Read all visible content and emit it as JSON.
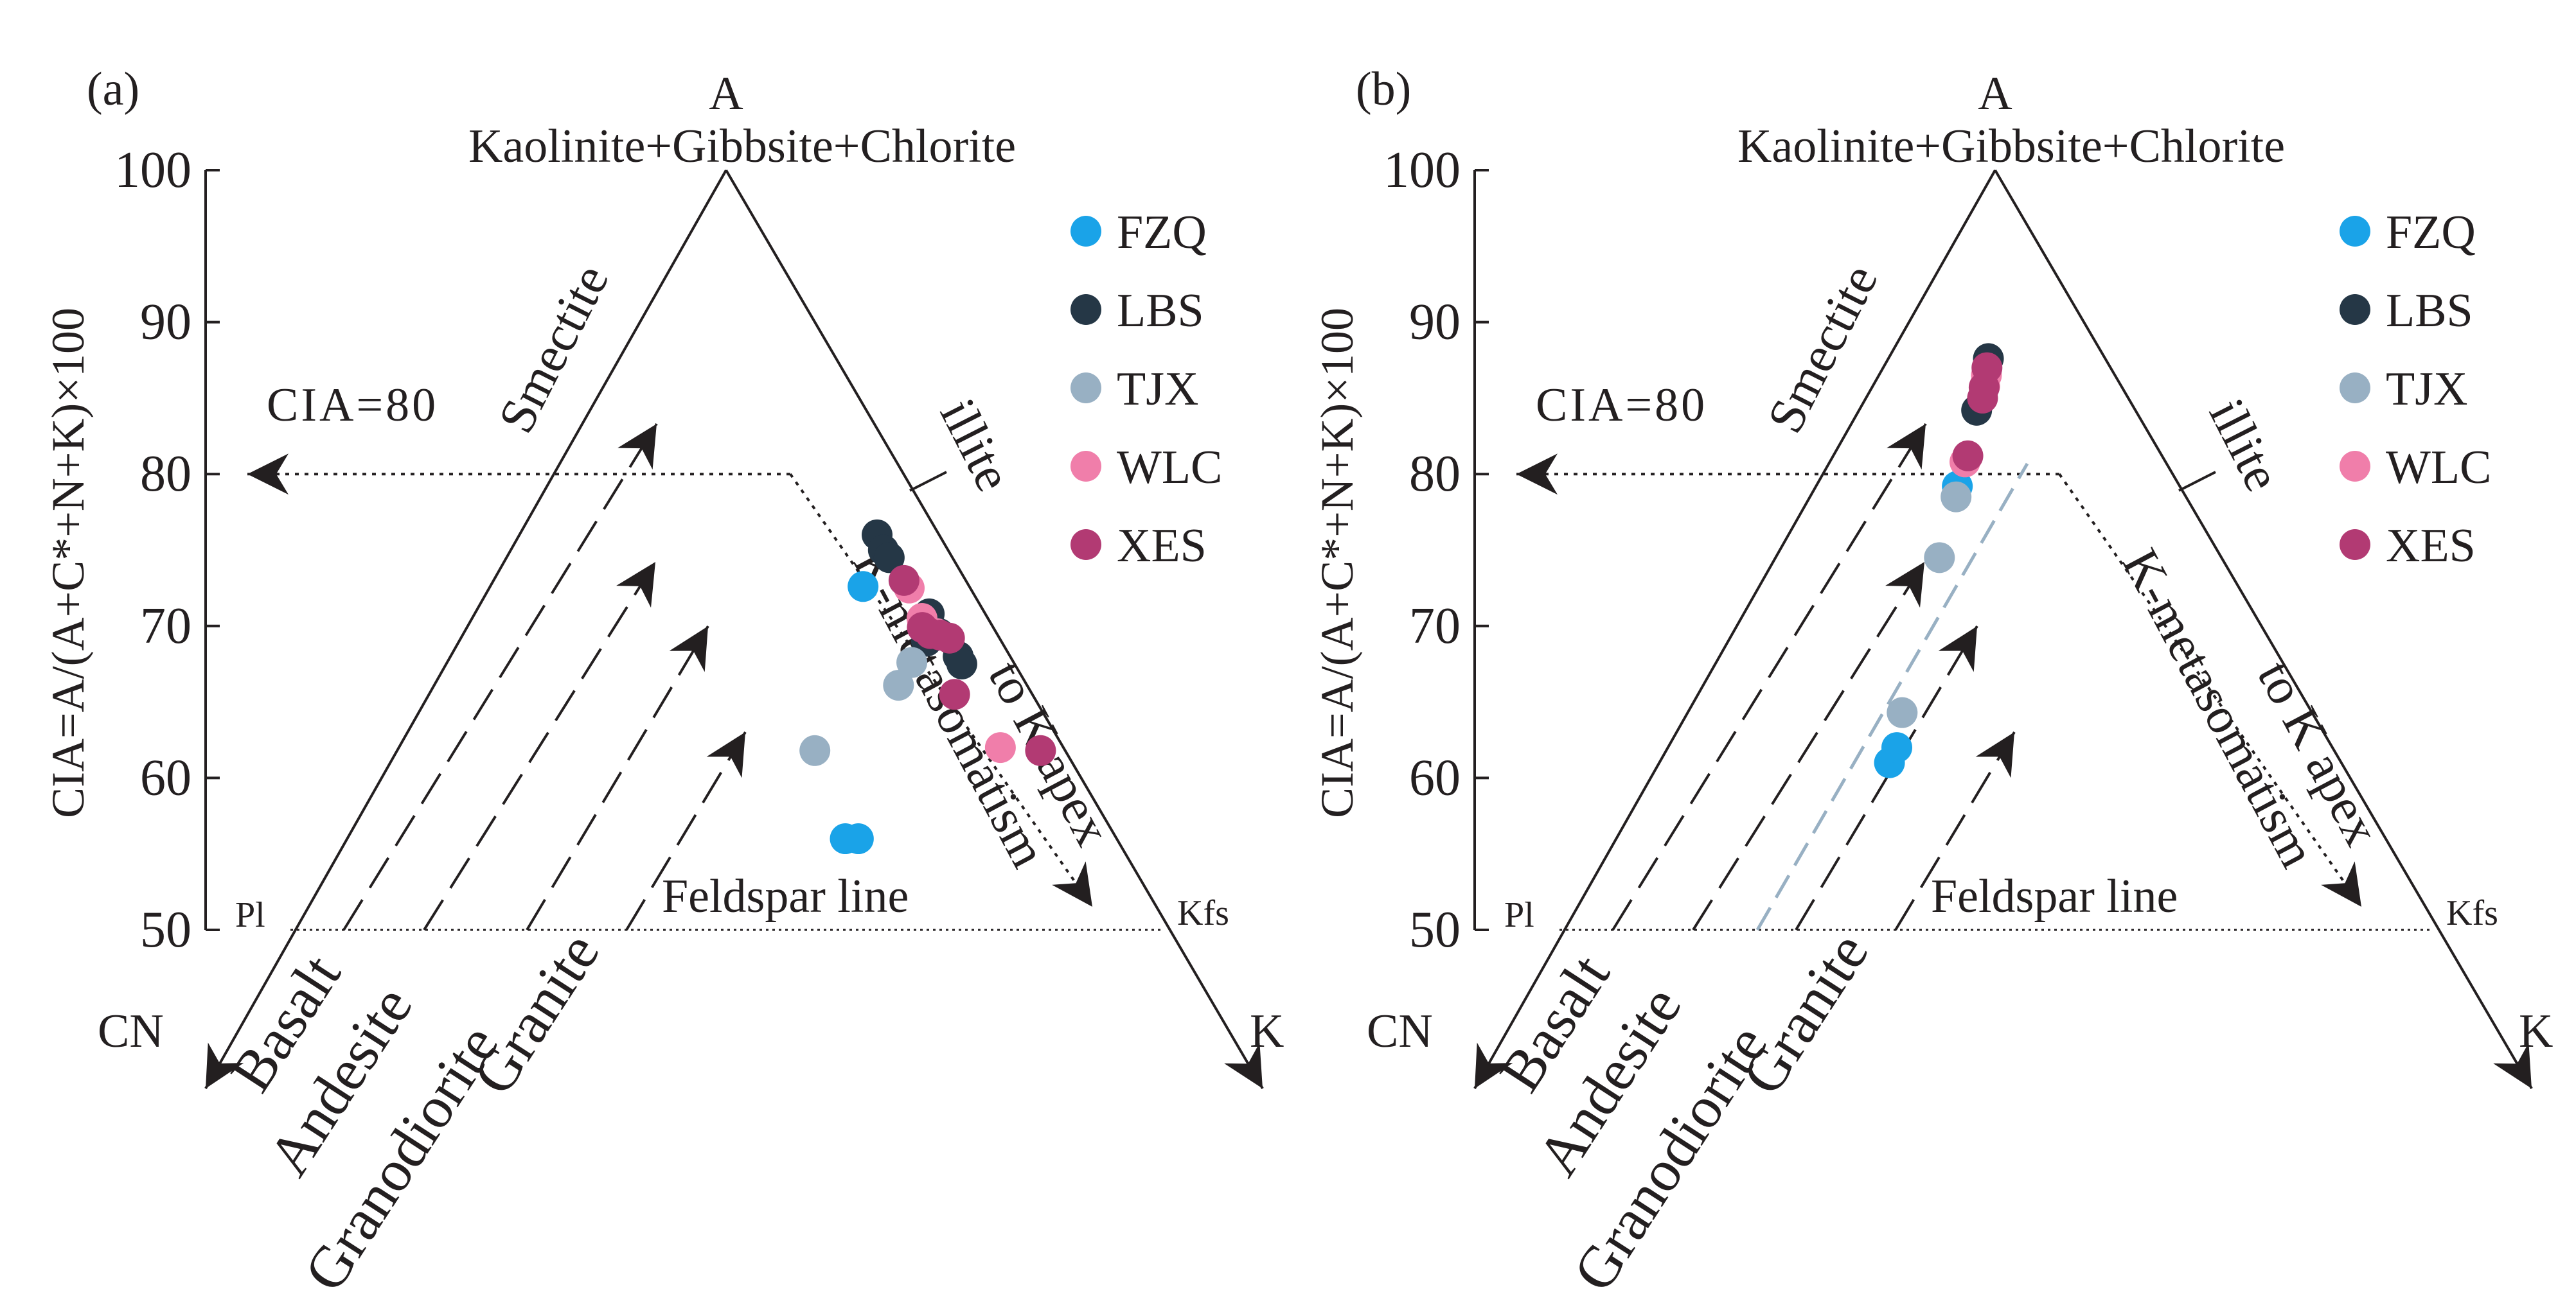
{
  "chart_data": [
    {
      "type": "scatter",
      "panel_label": "(a)",
      "apex_top": "A",
      "apex_top_mineral": "Kaolinite+Gibbsite+Chlorite",
      "apex_left": "CN",
      "apex_right": "K",
      "ylabel": "CIA=A/(A+C*+N+K)×100",
      "yticks": [
        "100",
        "90",
        "80",
        "70",
        "60",
        "50"
      ],
      "ylim": [
        50,
        100
      ],
      "labels": {
        "smectite": "Smectite",
        "illite": "illite",
        "cia80": "CIA=80",
        "feldspar_line": "Feldspar line",
        "pl": "Pl",
        "kfs": "Kfs",
        "k_metasomatism": "K-metasomatism",
        "to_k_apex": "to K apex",
        "basalt": "Basalt",
        "andesite": "Andesite",
        "granodiorite": "Granodiorite",
        "granite": "Granite"
      },
      "series": [
        {
          "name": "FZQ",
          "color": "#1aa3e8",
          "points": [
            [
              65.5,
              56
            ],
            [
              67.2,
              56
            ],
            [
              78.6,
              72.6
            ]
          ]
        },
        {
          "name": "LBS",
          "color": "#253746",
          "points": [
            [
              86.0,
              76
            ],
            [
              86.0,
              75
            ],
            [
              86.6,
              74.5
            ],
            [
              87.0,
              69
            ],
            [
              89.8,
              70.8
            ],
            [
              91.5,
              68
            ],
            [
              91.5,
              67.5
            ],
            [
              90.0,
              69.5
            ]
          ]
        },
        {
          "name": "TJX",
          "color": "#98b0c3",
          "points": [
            [
              63.3,
              61.8
            ],
            [
              79.1,
              66.1
            ],
            [
              82.8,
              67.6
            ]
          ]
        },
        {
          "name": "WLC",
          "color": "#f07eaa",
          "points": [
            [
              88.1,
              72.5
            ],
            [
              88.0,
              70.5
            ],
            [
              89.5,
              69.5
            ],
            [
              91.3,
              62
            ]
          ]
        },
        {
          "name": "XES",
          "color": "#b23a73",
          "points": [
            [
              87.7,
              73
            ],
            [
              87.3,
              69.9
            ],
            [
              88.3,
              69.5
            ],
            [
              90.0,
              69.4
            ],
            [
              91.5,
              69.2
            ],
            [
              87.9,
              65.5
            ],
            [
              97.1,
              61.8
            ]
          ]
        }
      ]
    },
    {
      "type": "scatter",
      "panel_label": "(b)",
      "apex_top": "A",
      "apex_top_mineral": "Kaolinite+Gibbsite+Chlorite",
      "apex_left": "CN",
      "apex_right": "K",
      "ylabel": "CIA=A/(A+C*+N+K)×100",
      "yticks": [
        "100",
        "90",
        "80",
        "70",
        "60",
        "50"
      ],
      "ylim": [
        50,
        100
      ],
      "labels": {
        "smectite": "Smectite",
        "illite": "illite",
        "cia80": "CIA=80",
        "feldspar_line": "Feldspar line",
        "pl": "Pl",
        "kfs": "Kfs",
        "k_metasomatism": "K-metasomatism",
        "to_k_apex": "to K apex",
        "basalt": "Basalt",
        "andesite": "Andesite",
        "granodiorite": "Granodiorite",
        "granite": "Granite"
      },
      "series": [
        {
          "name": "FZQ",
          "color": "#1aa3e8",
          "points": [
            [
              34.5,
              61
            ],
            [
              35.2,
              62
            ],
            [
              39.6,
              79.2
            ]
          ]
        },
        {
          "name": "LBS",
          "color": "#253746",
          "points": [
            [
              43.3,
              84.2
            ],
            [
              46.9,
              87.6
            ]
          ]
        },
        {
          "name": "TJX",
          "color": "#98b0c3",
          "points": [
            [
              35.1,
              64.3
            ],
            [
              37.5,
              74.5
            ],
            [
              39.6,
              78.5
            ]
          ]
        },
        {
          "name": "WLC",
          "color": "#f07eaa",
          "points": [
            [
              41.0,
              80.8
            ],
            [
              45.8,
              85.8
            ],
            [
              46.3,
              86.5
            ]
          ]
        },
        {
          "name": "XES",
          "color": "#b23a73",
          "points": [
            [
              41.7,
              81.2
            ],
            [
              45.2,
              85
            ],
            [
              45.6,
              85.7
            ],
            [
              46.4,
              87
            ]
          ]
        }
      ]
    }
  ]
}
